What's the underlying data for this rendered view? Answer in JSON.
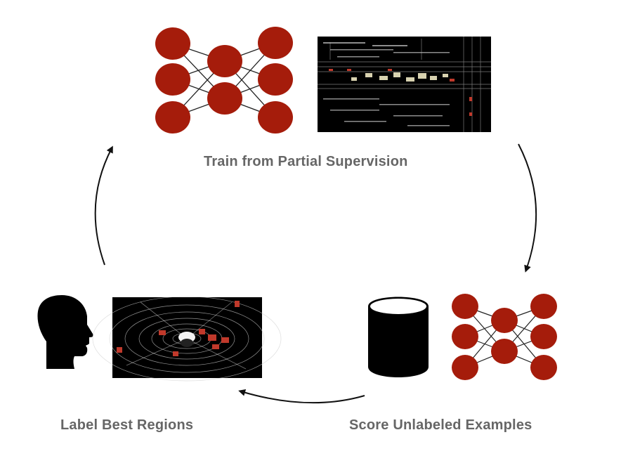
{
  "stages": {
    "train": {
      "caption": "Train from Partial Supervision"
    },
    "label": {
      "caption": "Label Best Regions"
    },
    "score": {
      "caption": "Score Unlabeled Examples"
    }
  },
  "colors": {
    "neuron": "#a51c0b",
    "caption": "#666666",
    "arrow": "#111111",
    "lidar_bg": "#000000",
    "highlight": "#c0392b"
  },
  "icons": [
    "neural-network-icon",
    "lidar-bev-image",
    "person-head-icon",
    "database-cylinder-icon"
  ]
}
